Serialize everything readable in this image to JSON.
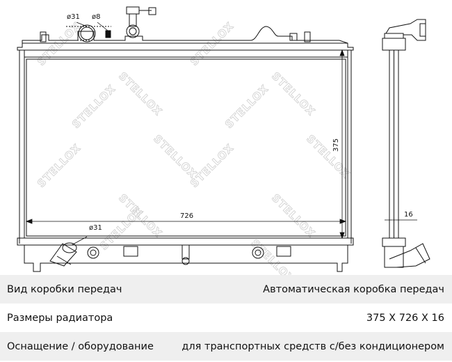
{
  "drawing": {
    "dim_width": "726",
    "dim_height": "375",
    "dim_depth": "16",
    "dim_dia_top": "ø31",
    "dim_dia_small": "ø8",
    "dim_dia_bottom": "ø31",
    "watermark": "STELLOX"
  },
  "specs": [
    {
      "label": "Вид коробки передач",
      "value": "Автоматическая коробка передач"
    },
    {
      "label": "Размеры радиатора",
      "value": "375 X 726 X 16"
    },
    {
      "label": "Оснащение / оборудование",
      "value": "для транспортных средств с/без кондиционером"
    }
  ]
}
